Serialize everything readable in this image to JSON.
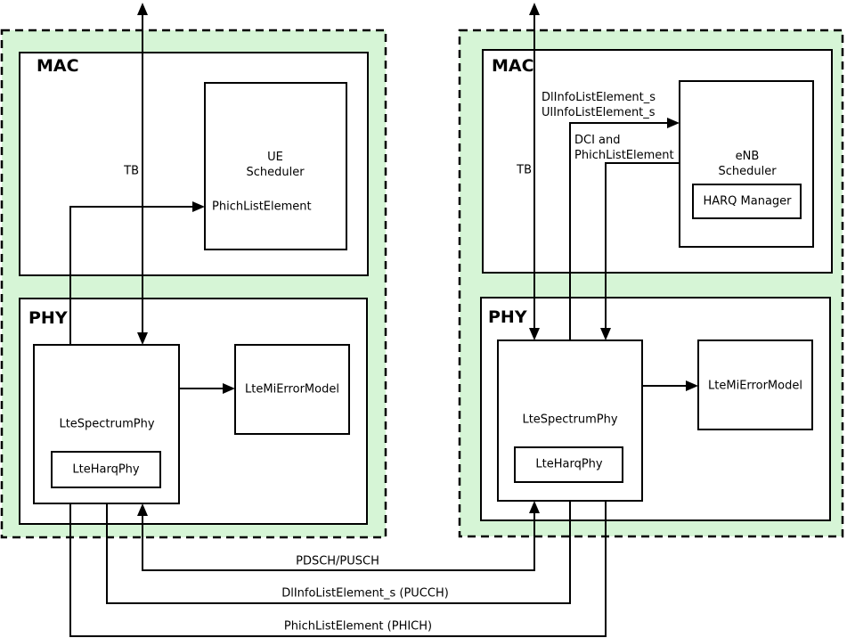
{
  "colors": {
    "panel_fill": "#d6f5d6",
    "line": "#000000",
    "box_fill": "#ffffff"
  },
  "ue_panel": {
    "mac_label": "MAC",
    "phy_label": "PHY",
    "tb_label": "TB",
    "scheduler": {
      "title_line1": "UE",
      "title_line2": "Scheduler",
      "input_label": "PhichListElement"
    },
    "spectrum_phy": {
      "label": "LteSpectrumPhy",
      "harq_label": "LteHarqPhy"
    },
    "error_model_label": "LteMiErrorModel"
  },
  "enb_panel": {
    "mac_label": "MAC",
    "phy_label": "PHY",
    "tb_label": "TB",
    "scheduler": {
      "title_line1": "eNB",
      "title_line2": "Scheduler",
      "harq_manager_label": "HARQ Manager"
    },
    "to_scheduler_label_line1": "DlInfoListElement_s",
    "to_scheduler_label_line2": "UlInfoListElement_s",
    "from_scheduler_label_line1": "DCI and",
    "from_scheduler_label_line2": "PhichListElement",
    "spectrum_phy": {
      "label": "LteSpectrumPhy",
      "harq_label": "LteHarqPhy"
    },
    "error_model_label": "LteMiErrorModel"
  },
  "channels": {
    "pdsch_pusch": "PDSCH/PUSCH",
    "pucch": "DlInfoListElement_s (PUCCH)",
    "phich": "PhichListElement (PHICH)"
  }
}
